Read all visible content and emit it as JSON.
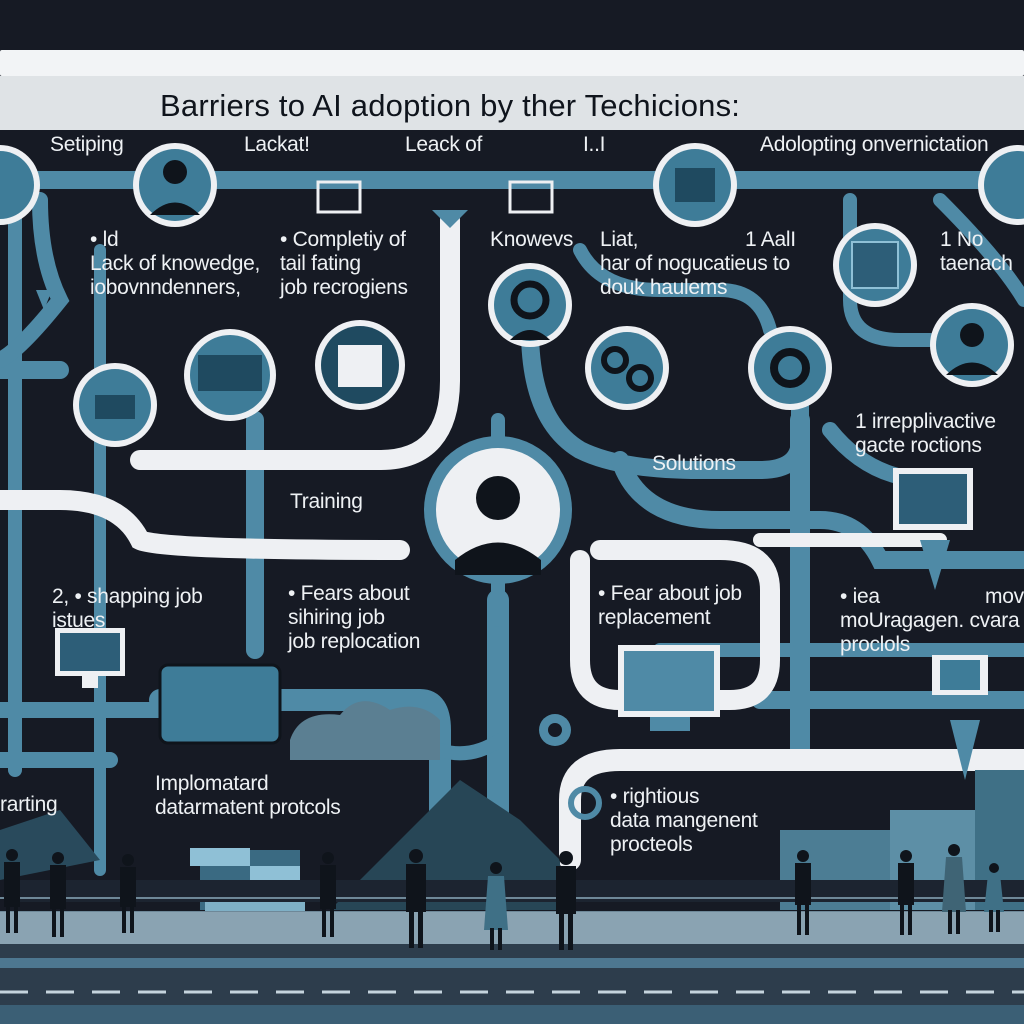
{
  "title": "Barriers to AI  adoption by ther Techicions:",
  "top_labels": [
    "Setiping",
    "Lackat!",
    "Leack of",
    "I..I",
    "Adolopting onvernictation"
  ],
  "labels": {
    "item1": "• ld\nLack of knowedge,\niobovnndenners,",
    "item2": "• Completiy of\ntail fating\njob recrogiens",
    "knowevs": "Knowevs",
    "item3": "Liat,\nhar of nogucatieus to\ndouk haulems",
    "item4": "1 AalI",
    "item5": "1 No\ntaenach",
    "item6": "1 irrepplivactive\ngacte roctions",
    "solutions": "Solutions",
    "training": "Training",
    "item7": "2, • shapping  job\n       istues",
    "item8": "• Fears about\n  sihiring job\njob replocation",
    "item9": "• Fear about job\nreplacement",
    "item10": "• iea\nmoUragagen. cvara\nproclols",
    "item10b": "mov",
    "item11": "Implomatard\ndatarmatent protcols",
    "item12": "• rightious\ndata mangenent\nprocteols",
    "left_edge": "rarting"
  },
  "icons": [
    "gear-icon",
    "person-icon",
    "monitor-icon",
    "server-icon",
    "document-icon",
    "chip-icon",
    "cloud-icon",
    "shopping-cart-icon"
  ],
  "colors": {
    "background": "#161a24",
    "pipe": "#4f8aa6",
    "pipe_light": "#eef0f3",
    "accent": "#3e7c98"
  }
}
